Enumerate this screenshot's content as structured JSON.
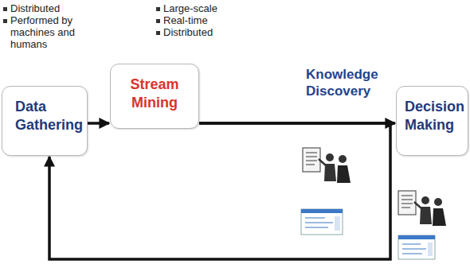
{
  "diagram": {
    "nodes": [
      {
        "text": [
          "Data Gathering"
        ]
      },
      {
        "text": [
          "Stream Mining"
        ]
      },
      {
        "text": [
          "Decision Making"
        ]
      }
    ],
    "edges": [
      {
        "from": 0,
        "to": 1,
        "arrow": "to"
      },
      {
        "from": 1,
        "to": 2,
        "label": "Knowledge Discovery",
        "arrow": "to"
      },
      {
        "from": 1,
        "to": 0,
        "arrow": "to"
      }
    ],
    "labels": [
      "Distributed",
      "Performed by machines and humans",
      "Large-scale",
      "Real-time",
      "Distributed"
    ]
  }
}
